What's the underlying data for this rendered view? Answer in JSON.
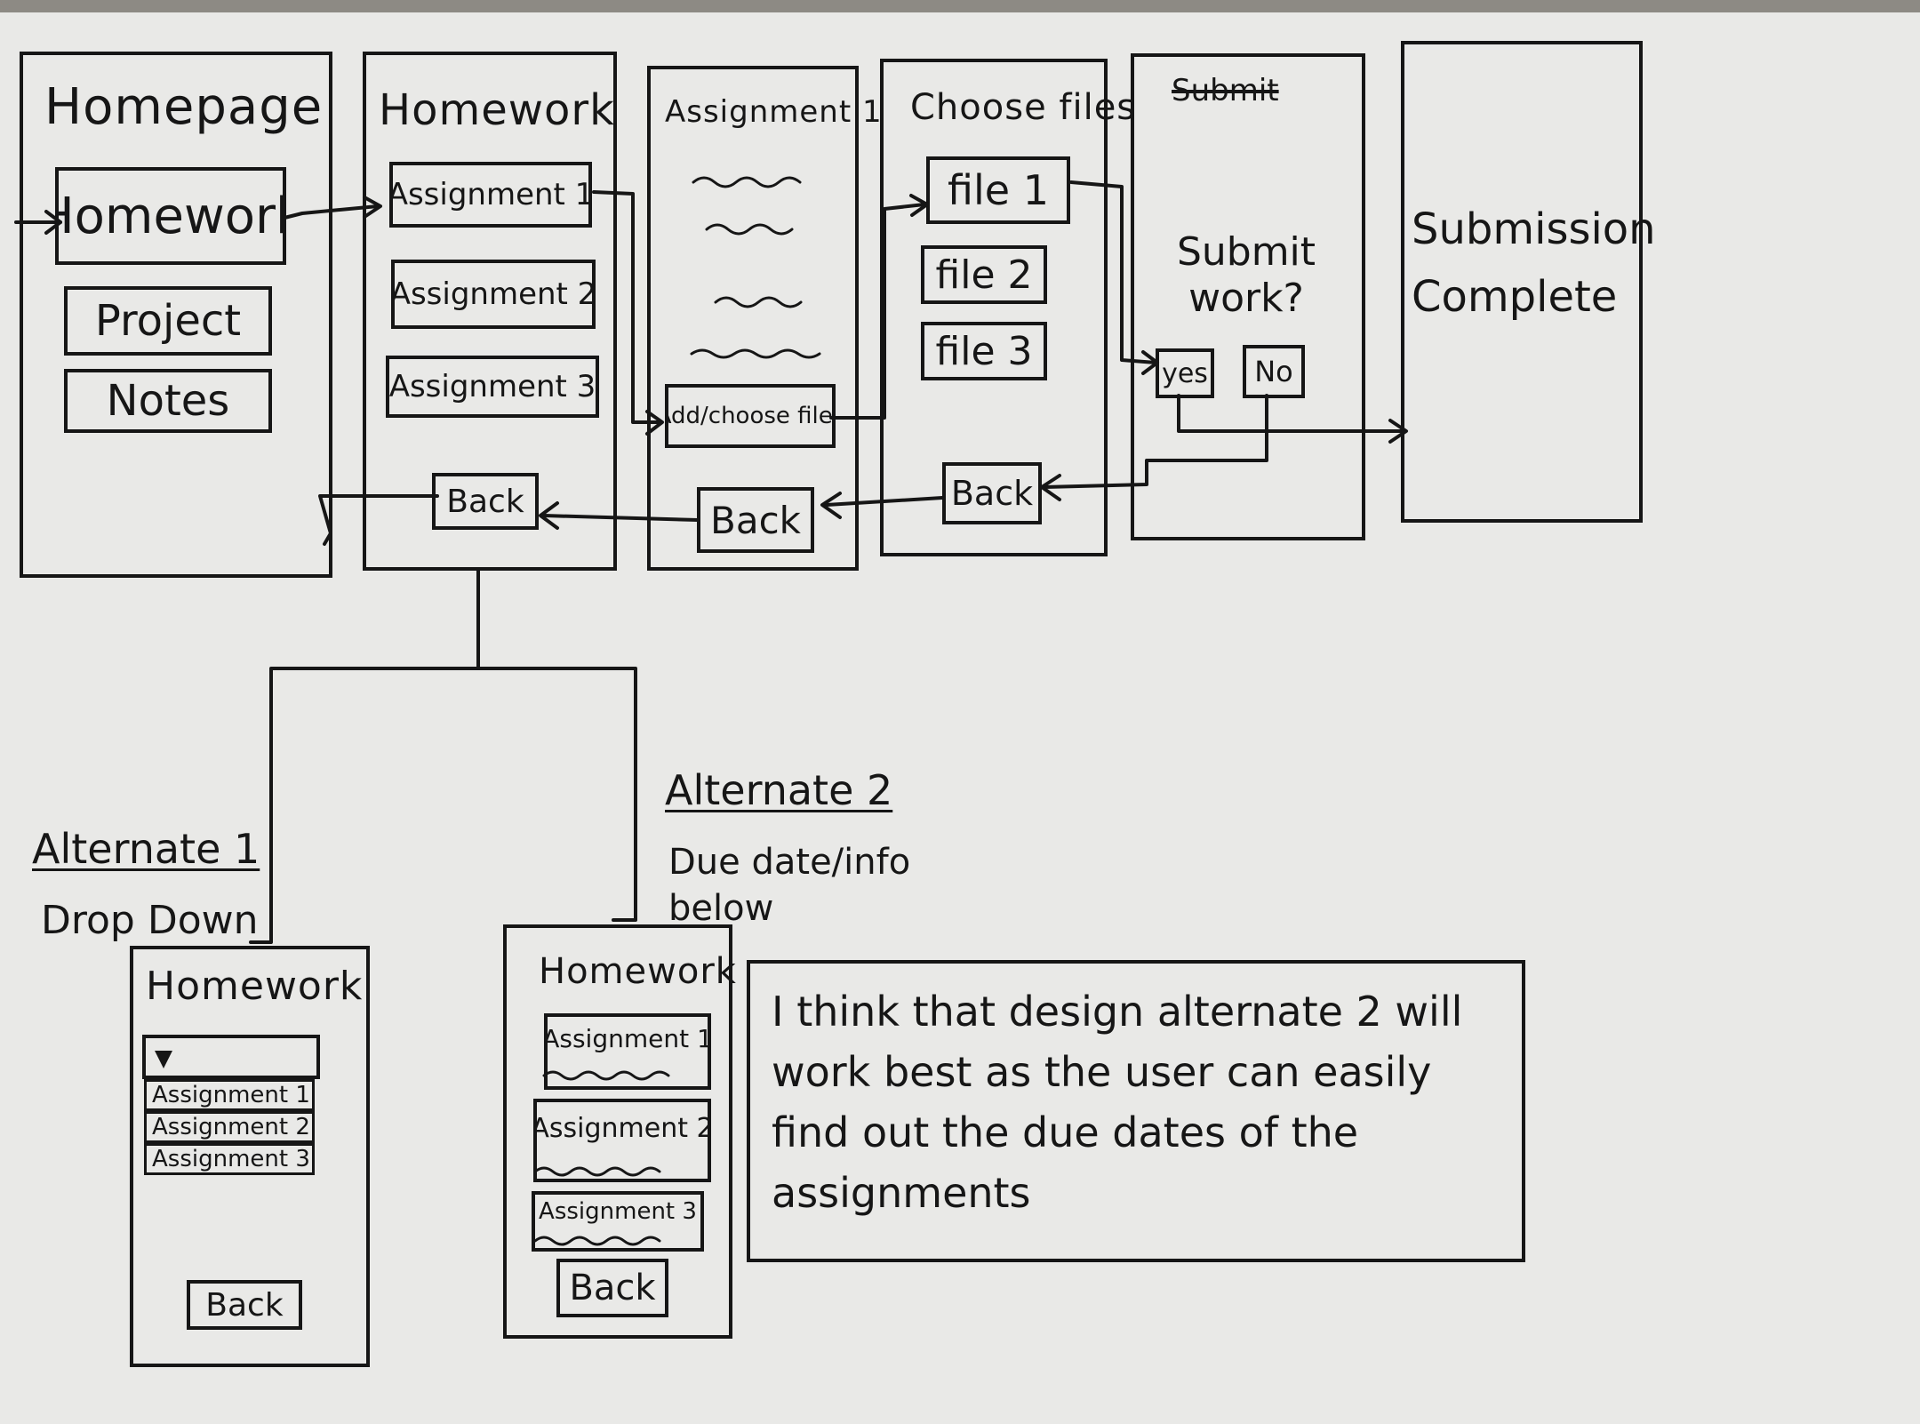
{
  "homepage": {
    "title": "Homepage",
    "buttons": [
      "Homework",
      "Project",
      "Notes"
    ]
  },
  "homework": {
    "title": "Homework",
    "items": [
      "Assignment 1",
      "Assignment 2",
      "Assignment 3"
    ],
    "back": "Back"
  },
  "assignment": {
    "title": "Assignment 1",
    "add_button": "Add/choose files",
    "back": "Back"
  },
  "choose_files": {
    "title": "Choose files",
    "files": [
      "file 1",
      "file 2",
      "file 3"
    ],
    "back": "Back"
  },
  "submit": {
    "scribbled_title": "Submit",
    "question": "Submit work?",
    "yes": "yes",
    "no": "No"
  },
  "complete": {
    "text": "Submission Complete"
  },
  "alternate1": {
    "heading": "Alternate 1",
    "subheading": "Drop Down",
    "title": "Homework",
    "items": [
      "Assignment 1",
      "Assignment 2",
      "Assignment 3"
    ],
    "back": "Back"
  },
  "alternate2": {
    "heading": "Alternate 2",
    "subheading": "Due date/info below",
    "title": "Homework",
    "items": [
      "Assignment 1",
      "Assignment 2",
      "Assignment 3"
    ],
    "back": "Back"
  },
  "comment": "I think that design alternate 2 will work best as the user can easily find out the due dates of the assignments"
}
